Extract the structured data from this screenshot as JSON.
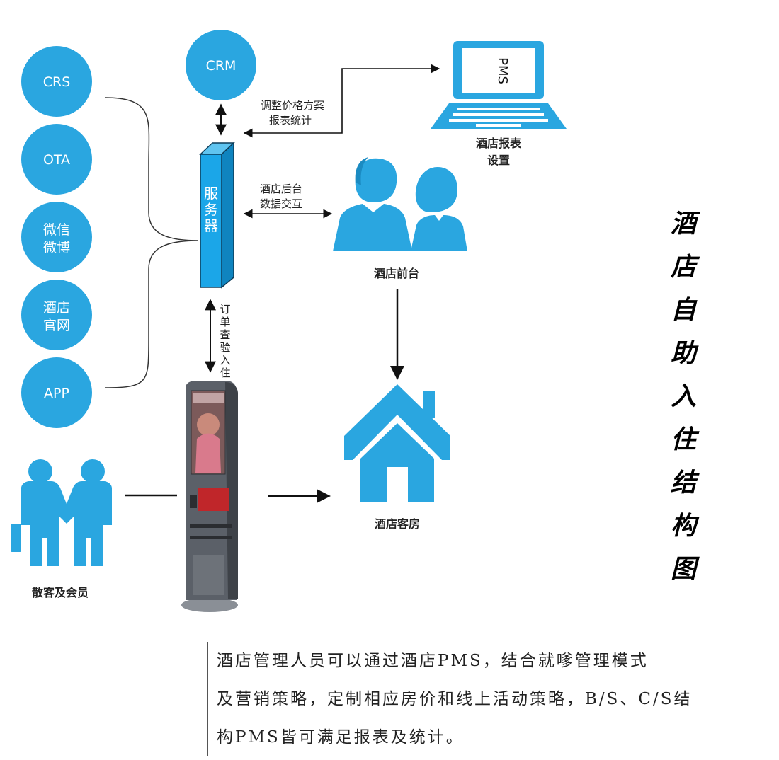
{
  "title_chars": [
    "酒",
    "店",
    "自",
    "助",
    "入",
    "住",
    "结",
    "构",
    "图"
  ],
  "sources": [
    "CRS",
    "OTA",
    "微信\n微博",
    "酒店\n官网",
    "APP"
  ],
  "crm": "CRM",
  "server_chars": [
    "服",
    "务",
    "器"
  ],
  "pms_screen": "PMS",
  "pms_caption": [
    "酒店报表",
    "设置"
  ],
  "crm_server_pms_note": [
    "调整价格方案",
    "报表统计"
  ],
  "server_frontdesk_note": [
    "酒店后台",
    "数据交互"
  ],
  "frontdesk": "酒店前台",
  "order_note_chars": [
    "订",
    "单",
    "查",
    "验",
    "入",
    "住"
  ],
  "guests": "散客及会员",
  "room": "酒店客房",
  "description": [
    "酒店管理人员可以通过酒店PMS，结合就嗲管理模式",
    "及营销策略，定制相应房价和线上活动策略，B/S、C/S结",
    "构PMS皆可满足报表及统计。"
  ],
  "colors": {
    "accent": "#2aa6e0",
    "server": "#1ba6e8",
    "dark": "#111111"
  }
}
